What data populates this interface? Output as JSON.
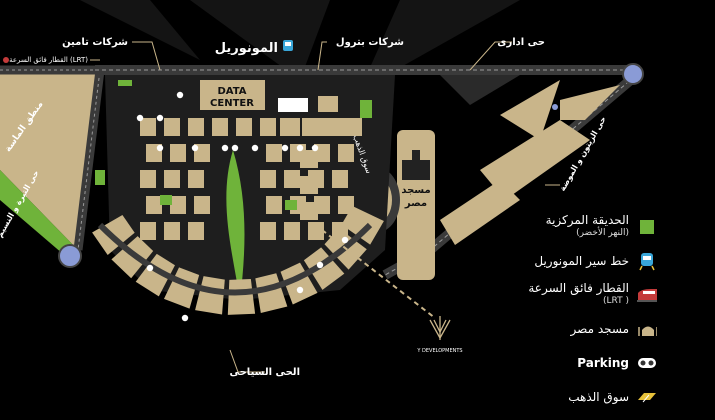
{
  "labels": {
    "tameen": "شركات تامين",
    "monorail": "المونوريل",
    "petrol": "شركات بترول",
    "admin": "حى ادارى",
    "lrt_top": "القطار فائق السرعة (LRT)",
    "diamond": "منطق الماسة",
    "road_left": "حى التيرة و النسيم",
    "data_center_1": "DATA",
    "data_center_2": "CENTER",
    "gold_vertical": "سوق الذهب",
    "mosque_1": "مسجد",
    "mosque_2": "مصر",
    "road_right": "حى الزيتون و الموضة",
    "tourist": "الحى السياحى",
    "brand": "Y DEVELOPMENTS"
  },
  "legend": [
    {
      "icon": "green-square-icon",
      "text": "الحديقة المركزية",
      "sub": "(النهر الأخضر)",
      "color": "#6fb33a"
    },
    {
      "icon": "monorail-icon",
      "text": "خط سير المونوريل",
      "sub": "",
      "color": "#39a6d8"
    },
    {
      "icon": "train-icon",
      "text": "القطار فائق السرعة",
      "sub": "(LRT )",
      "color": "#c43b3b"
    },
    {
      "icon": "mosque-icon",
      "text": "مسجد مصر",
      "sub": "",
      "color": "#c9b58a"
    },
    {
      "icon": "parking-icon",
      "text": "Parking",
      "sub": "",
      "color": "#ffffff"
    },
    {
      "icon": "gold-icon",
      "text": "سوق الذهب",
      "sub": "",
      "color": "#e7c13a"
    }
  ],
  "colors": {
    "background": "#000000",
    "block": "#c9b58a",
    "road": "#3a3a3a",
    "road_line": "#9a9a9a",
    "park": "#6fb33a",
    "node": "#8a9bd6"
  }
}
